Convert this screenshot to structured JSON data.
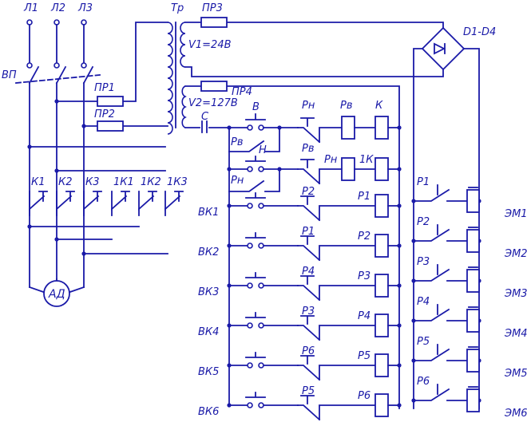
{
  "lines": [
    "Л1",
    "Л2",
    "Л3"
  ],
  "switch_label": "ВП",
  "transformer_label": "Тр",
  "winding_v1": "V1=24В",
  "winding_v2": "V2=127В",
  "fuses": [
    "ПР1",
    "ПР2",
    "ПР3",
    "ПР4"
  ],
  "bridge_label": "D1-D4",
  "capacitor_label": "С",
  "contacts_power": [
    "К1",
    "К2",
    "К3",
    "1К1",
    "1К2",
    "1К3"
  ],
  "motor_label": "АД",
  "button_v": "В",
  "button_n": "Н",
  "rv_contact": "Рв",
  "rn_contact": "Рн",
  "top_row": {
    "nc1": "Рн",
    "coil1": "Рв",
    "coil2": "К"
  },
  "second_row": {
    "nc1": "Рв",
    "coil1": "Рн",
    "coil2": "1К"
  },
  "limit_switches": [
    "ВК1",
    "ВК2",
    "ВК3",
    "ВК4",
    "ВК5",
    "ВК6"
  ],
  "relay_rows": [
    {
      "nc": "Р2",
      "coil": "Р1"
    },
    {
      "nc": "Р1",
      "coil": "Р2"
    },
    {
      "nc": "Р4",
      "coil": "Р3"
    },
    {
      "nc": "Р3",
      "coil": "Р4"
    },
    {
      "nc": "Р6",
      "coil": "Р5"
    },
    {
      "nc": "Р5",
      "coil": "Р6"
    }
  ],
  "em_contacts": [
    "Р1",
    "Р2",
    "Р3",
    "Р4",
    "Р5",
    "Р6"
  ],
  "em_coils": [
    "ЭМ1",
    "ЭМ2",
    "ЭМ3",
    "ЭМ4",
    "ЭМ5",
    "ЭМ6"
  ]
}
